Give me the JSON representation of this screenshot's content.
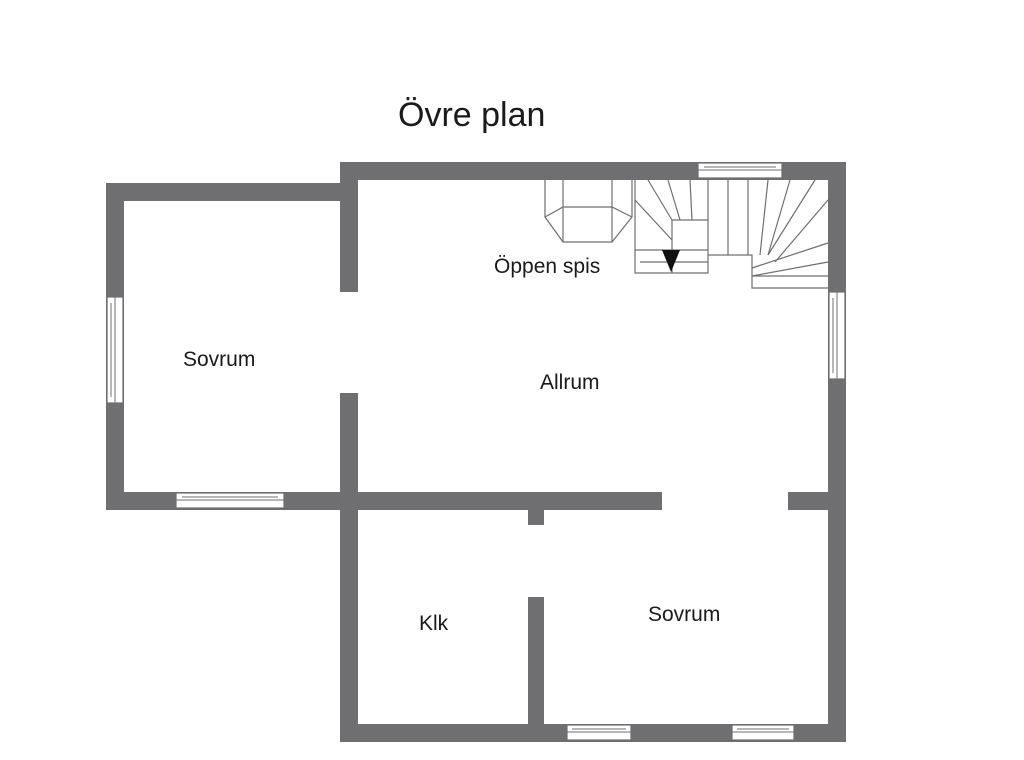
{
  "title": "Övre plan",
  "rooms": {
    "left_bedroom": "Sovrum",
    "living": "Allrum",
    "fireplace": "Öppen spis",
    "closet": "Klk",
    "right_bedroom": "Sovrum"
  },
  "icons": {
    "stair_direction": "triangle-down-icon"
  },
  "colors": {
    "wall": "#6f6f71",
    "text": "#1a1a1a",
    "background": "#ffffff"
  }
}
